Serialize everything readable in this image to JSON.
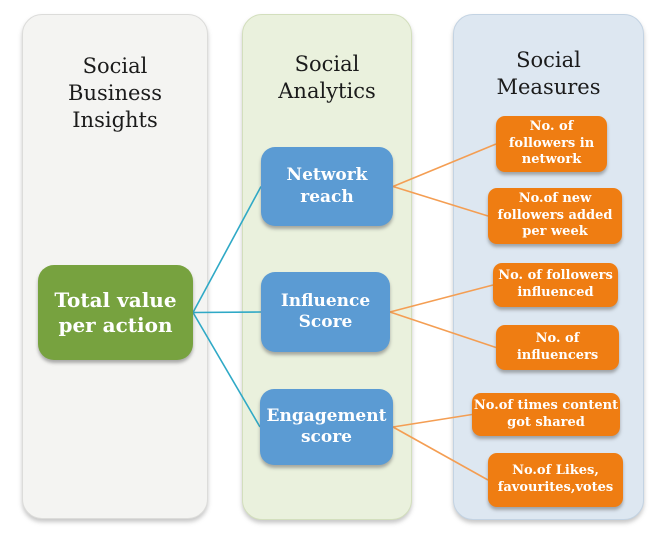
{
  "columns": [
    {
      "id": "insights",
      "title": "Social\nBusiness\nInsights",
      "bg": "#f4f4f2",
      "border": "#dcdcda"
    },
    {
      "id": "analytics",
      "title": "Social\nAnalytics",
      "bg": "#eaf1dd",
      "border": "#d3dfbd"
    },
    {
      "id": "measures",
      "title": "Social\nMeasures",
      "bg": "#dde7f1",
      "border": "#c3d3e3"
    }
  ],
  "nodes": {
    "total": {
      "label": "Total value\nper action",
      "color": "#77a23f"
    },
    "network": {
      "label": "Network\nreach",
      "color": "#5b9bd3"
    },
    "influence": {
      "label": "Influence\nScore",
      "color": "#5b9bd3"
    },
    "engagement": {
      "label": "Engagement\nscore",
      "color": "#5b9bd3"
    },
    "m1": {
      "label": "No. of\nfollowers in\nnetwork",
      "color": "#ef7d12"
    },
    "m2": {
      "label": "No.of new\nfollowers added\nper week",
      "color": "#ef7d12"
    },
    "m3": {
      "label": "No. of followers\ninfluenced",
      "color": "#ef7d12"
    },
    "m4": {
      "label": "No. of\ninfluencers",
      "color": "#ef7d12"
    },
    "m5": {
      "label": "No.of times content\ngot shared",
      "color": "#ef7d12"
    },
    "m6": {
      "label": "No.of Likes,\nfavourites,votes",
      "color": "#ef7d12"
    }
  },
  "edges": [
    {
      "from": "total",
      "to": "network",
      "color": "#2fa9c6"
    },
    {
      "from": "total",
      "to": "influence",
      "color": "#2fa9c6"
    },
    {
      "from": "total",
      "to": "engagement",
      "color": "#2fa9c6"
    },
    {
      "from": "network",
      "to": "m1",
      "color": "#f49e53"
    },
    {
      "from": "network",
      "to": "m2",
      "color": "#f49e53"
    },
    {
      "from": "influence",
      "to": "m3",
      "color": "#f49e53"
    },
    {
      "from": "influence",
      "to": "m4",
      "color": "#f49e53"
    },
    {
      "from": "engagement",
      "to": "m5",
      "color": "#f49e53"
    },
    {
      "from": "engagement",
      "to": "m6",
      "color": "#f49e53"
    }
  ]
}
